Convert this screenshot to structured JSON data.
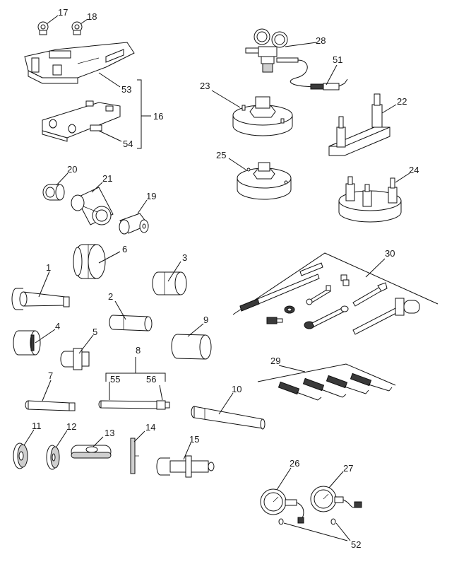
{
  "callouts": {
    "c1": "1",
    "c2": "2",
    "c3": "3",
    "c4": "4",
    "c5": "5",
    "c6": "6",
    "c7": "7",
    "c8": "8",
    "c9": "9",
    "c10": "10",
    "c11": "11",
    "c12": "12",
    "c13": "13",
    "c14": "14",
    "c15": "15",
    "c16": "16",
    "c17": "17",
    "c18": "18",
    "c19": "19",
    "c20": "20",
    "c21": "21",
    "c22": "22",
    "c23": "23",
    "c24": "24",
    "c25": "25",
    "c26": "26",
    "c27": "27",
    "c28": "28",
    "c29": "29",
    "c30": "30",
    "c51": "51",
    "c52": "52",
    "c53": "53",
    "c54": "54",
    "c55": "55",
    "c56": "56"
  },
  "icons": {
    "eye_bolt": "eye-bolt-icon",
    "bracket": "bracket-icon",
    "regulator": "gas-regulator-icon",
    "fixture_plate": "fixture-plate-icon",
    "sleeve": "sleeve-icon",
    "mandrel": "mandrel-icon",
    "wrench": "wrench-icon",
    "pick": "pick-tool-icon",
    "gauge": "pressure-gauge-icon"
  }
}
